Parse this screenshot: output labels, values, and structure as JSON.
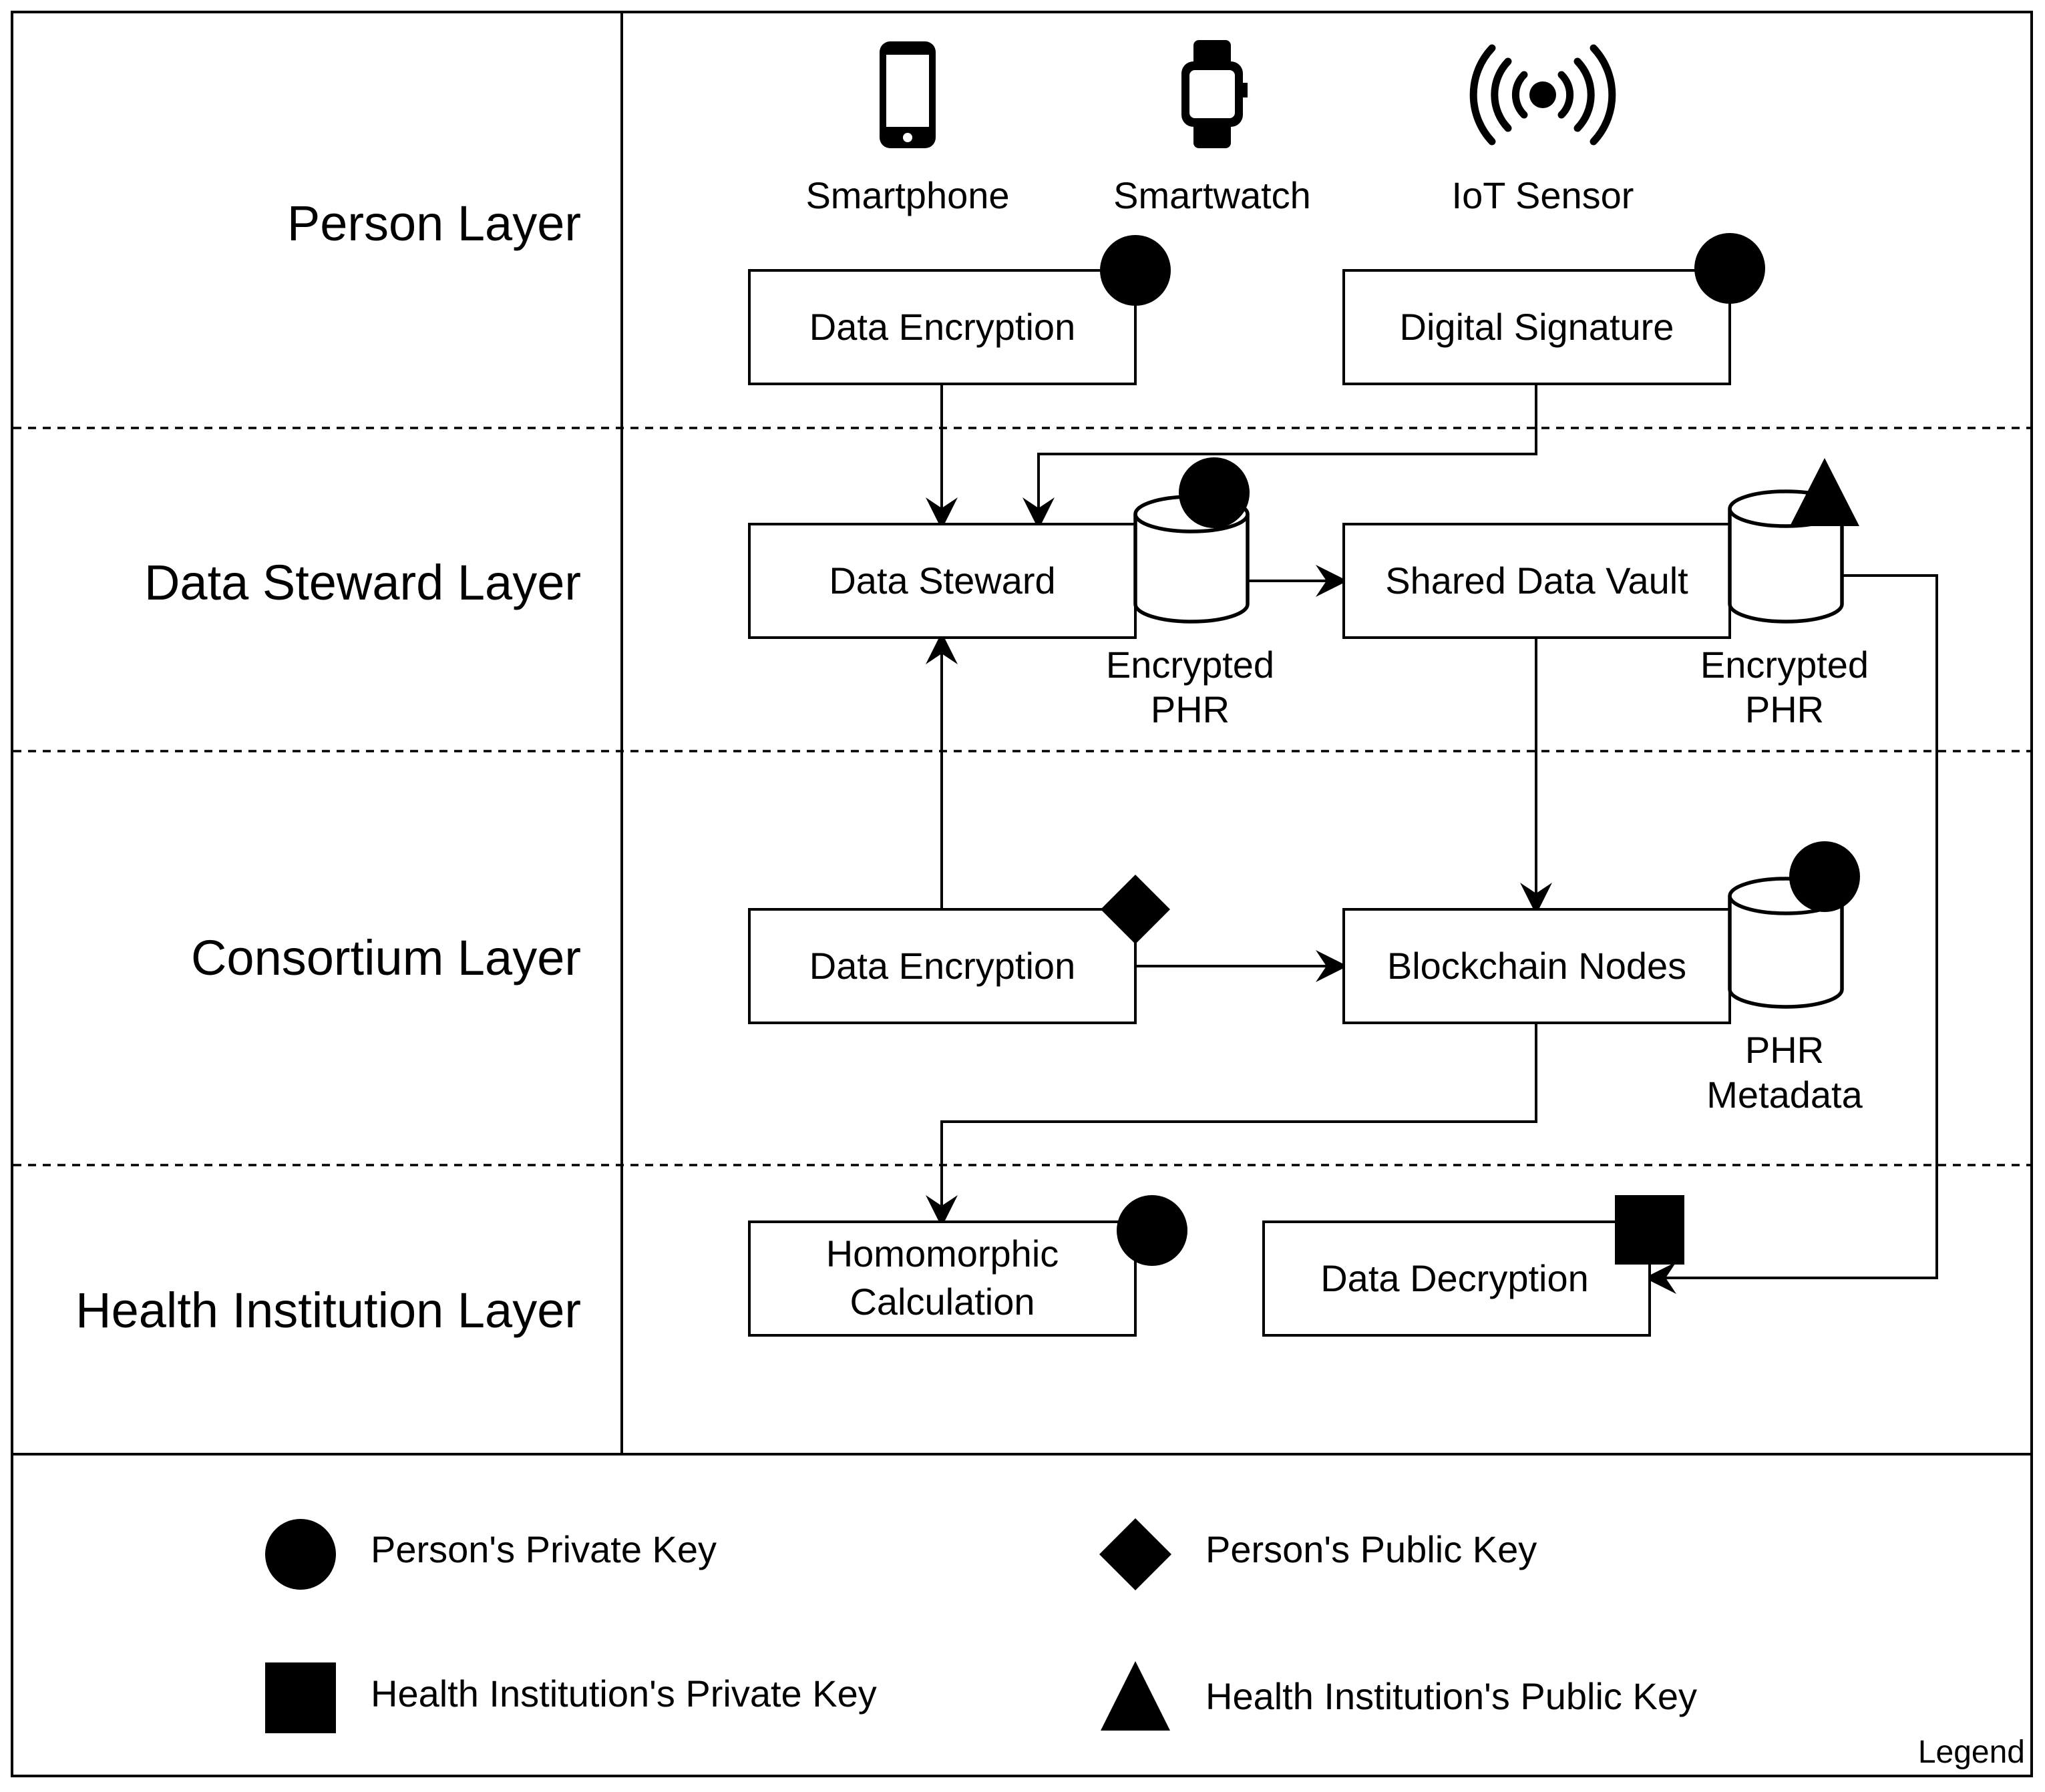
{
  "layers": {
    "person": "Person Layer",
    "steward": "Data Steward Layer",
    "consortium": "Consortium Layer",
    "institution": "Health Institution Layer"
  },
  "devices": {
    "smartphone": "Smartphone",
    "smartwatch": "Smartwatch",
    "iot": "IoT Sensor"
  },
  "nodes": {
    "data_encryption_person": "Data Encryption",
    "digital_signature": "Digital Signature",
    "data_steward": "Data Steward",
    "shared_data_vault": "Shared Data Vault",
    "data_encryption_consortium": "Data Encryption",
    "blockchain_nodes": "Blockchain Nodes",
    "homomorphic_line1": "Homomorphic",
    "homomorphic_line2": "Calculation",
    "data_decryption": "Data Decryption"
  },
  "stores": {
    "steward_db_line1": "Encrypted",
    "steward_db_line2": "PHR",
    "vault_db_line1": "Encrypted",
    "vault_db_line2": "PHR",
    "chain_db_line1": "PHR",
    "chain_db_line2": "Metadata"
  },
  "legend": {
    "caption": "Legend",
    "person_private": "Person's Private Key",
    "person_public": "Person's Public Key",
    "institution_private": "Health Institution's Private Key",
    "institution_public": "Health Institution's Public Key"
  },
  "edges": [
    {
      "from": "Data Encryption",
      "to": "Data Steward"
    },
    {
      "from": "Digital Signature",
      "to": "Data Steward"
    },
    {
      "from": "Encrypted PHR",
      "to": "Shared Data Vault"
    },
    {
      "from": "Shared Data Vault",
      "to": "Blockchain Nodes"
    },
    {
      "from": "Data Encryption",
      "to": "Data Steward"
    },
    {
      "from": "Data Encryption",
      "to": "Blockchain Nodes"
    },
    {
      "from": "Blockchain Nodes",
      "to": "Homomorphic Calculation"
    },
    {
      "from": "Encrypted PHR",
      "to": "Data Decryption"
    }
  ]
}
